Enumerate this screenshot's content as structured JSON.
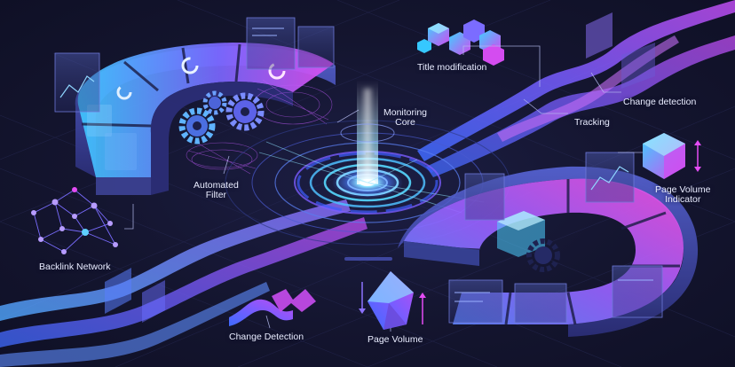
{
  "labels": {
    "title_modification": "Title modification",
    "monitoring_core": "Monitoring\nCore",
    "change_detection_top": "Change detection",
    "tracking": "Tracking",
    "automated_filter": "Automated\nFilter",
    "page_volume_indicator": "Page Volume\nIndicator",
    "backlink_network": "Backlink Network",
    "change_detection_bottom": "Change Detection",
    "page_volume": "Page Volume"
  },
  "colors": {
    "background": "#14152f",
    "cyan": "#34d6ff",
    "blue": "#4f7dff",
    "violet": "#8b5cff",
    "magenta": "#e44cf5",
    "label_text": "#e9ecff"
  },
  "icons": [
    "gear-icon",
    "cube-cluster-icon",
    "network-node-icon",
    "wave-ribbon-icon",
    "crystal-icon",
    "hexagon-crystal-icon",
    "dashboard-panel-icon"
  ]
}
